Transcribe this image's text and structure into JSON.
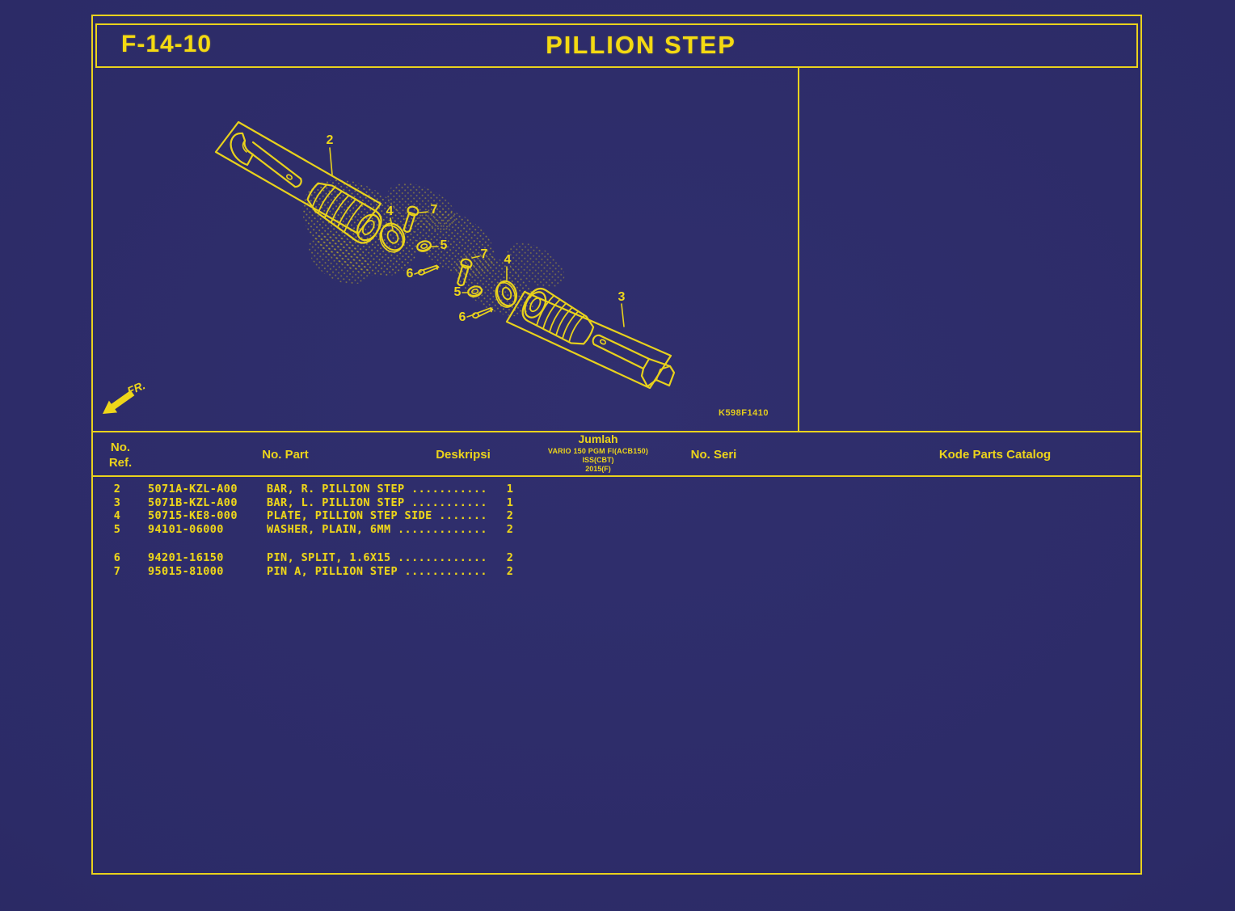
{
  "page": {
    "code": "F-14-10",
    "title": "PILLION STEP",
    "figure_code": "K598F1410",
    "fr_label": "FR."
  },
  "colors": {
    "background": "#2d2c68",
    "line_yellow": "#e9d21d",
    "text_yellow": "#ecd41b",
    "title_yellow": "#f4da12"
  },
  "table": {
    "headers": {
      "ref_line1": "No.",
      "ref_line2": "Ref.",
      "part": "No. Part",
      "desc": "Deskripsi",
      "jumlah": "Jumlah",
      "jumlah_sub1": "VARIO 150 PGM FI(ACB150)",
      "jumlah_sub2": "ISS(CBT)",
      "jumlah_sub3": "2015(F)",
      "seri": "No. Seri",
      "kode": "Kode Parts Catalog"
    },
    "rows": [
      {
        "ref": "2",
        "part": "5071A-KZL-A00",
        "desc": "BAR, R. PILLION STEP ...........",
        "qty": "1",
        "gap_before": false
      },
      {
        "ref": "3",
        "part": "5071B-KZL-A00",
        "desc": "BAR, L. PILLION STEP ...........",
        "qty": "1",
        "gap_before": false
      },
      {
        "ref": "4",
        "part": "50715-KE8-000",
        "desc": "PLATE, PILLION STEP SIDE .......",
        "qty": "2",
        "gap_before": false
      },
      {
        "ref": "5",
        "part": "94101-06000",
        "desc": "WASHER, PLAIN, 6MM .............",
        "qty": "2",
        "gap_before": false
      },
      {
        "ref": "6",
        "part": "94201-16150",
        "desc": "PIN, SPLIT, 1.6X15 .............",
        "qty": "2",
        "gap_before": true
      },
      {
        "ref": "7",
        "part": "95015-81000",
        "desc": "PIN A, PILLION STEP ............",
        "qty": "2",
        "gap_before": false
      }
    ]
  },
  "diagram": {
    "labels": {
      "l2": "2",
      "l3": "3",
      "l4a": "4",
      "l4b": "4",
      "l5a": "5",
      "l5b": "5",
      "l6a": "6",
      "l6b": "6",
      "l7a": "7",
      "l7b": "7"
    }
  }
}
